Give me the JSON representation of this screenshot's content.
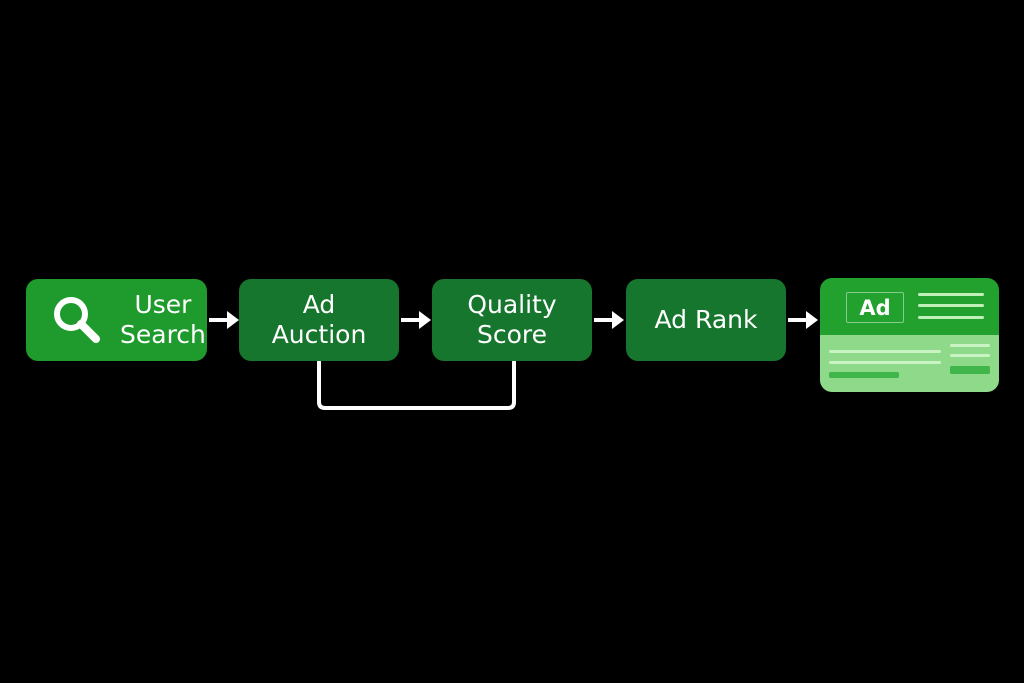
{
  "colors": {
    "background": "#000000",
    "node_bright": "#1f9a2c",
    "node_dark": "#17762d",
    "arrow": "#ffffff",
    "card_top": "#22a12f",
    "card_bottom": "#8fd98a",
    "card_line_light": "#bff0b8",
    "card_line_green": "#3fb54a"
  },
  "nodes": {
    "user_search": {
      "icon": "search-icon",
      "line1": "User",
      "line2": "Search"
    },
    "ad_auction": {
      "line1": "Ad",
      "line2": "Auction"
    },
    "quality_score": {
      "line1": "Quality",
      "line2": "Score"
    },
    "ad_rank": {
      "line1": "Ad Rank"
    }
  },
  "result_card": {
    "badge": "Ad"
  }
}
